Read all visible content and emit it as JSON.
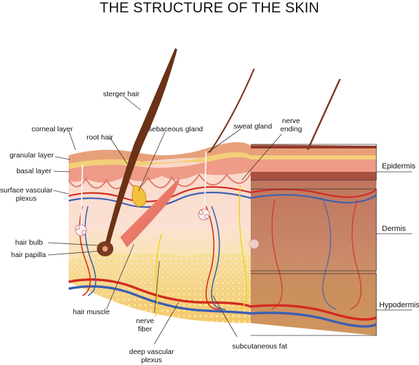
{
  "title": "THE STRUCTURE OF THE SKIN",
  "labels": {
    "sterger_hair": "sterger hair",
    "corneal_layer": "corneal layer",
    "root_hair": "root hair",
    "sebaceous_gland": "sebaceous gland",
    "sweat_gland": "sweat gland",
    "nerve_ending_1": "nerve",
    "nerve_ending_2": "ending",
    "granular_layer": "granular layer",
    "basal_layer": "basal layer",
    "surface_vascular_plexus_1": "surface vascular",
    "surface_vascular_plexus_2": "plexus",
    "hair_bulb": "hair bulb",
    "hair_papilla": "hair papilla",
    "hair_muscle": "hair muscle",
    "nerve_fiber_1": "nerve",
    "nerve_fiber_2": "fiber",
    "deep_vascular_plexus_1": "deep vascular",
    "deep_vascular_plexus_2": "plexus",
    "subcutaneous_fat": "subcutaneous fat"
  },
  "layers": {
    "epidermis": "Epidermis",
    "dermis": "Dermis",
    "hypodermis": "Hypodermis"
  },
  "colors": {
    "epidermis_top": "#e7a37d",
    "granular": "#f3cf7a",
    "dermis": "#f8d2c2",
    "hypodermis": "#f6d57e",
    "side_face": "#b66a4f",
    "hair": "#6b3218",
    "artery": "#d42a1f",
    "vein": "#3c5fb2",
    "nerve": "#f0d21a",
    "leader": "#333333"
  },
  "icons": {
    "hair": "hair-shaft",
    "gland": "sebaceous-gland-shape",
    "sweat": "sweat-gland-coil"
  }
}
